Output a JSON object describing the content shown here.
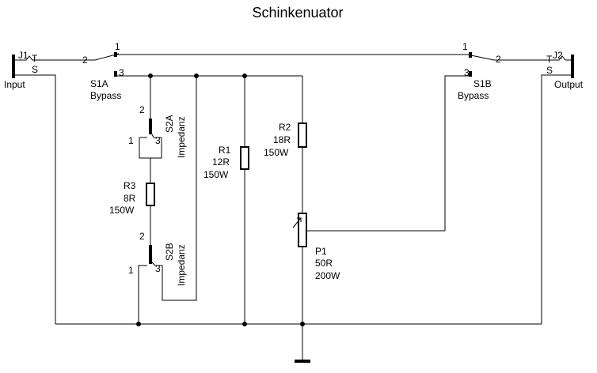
{
  "title": "Schinkenuator",
  "jacks": {
    "j1": {
      "ref": "J1",
      "tip": "T",
      "sleeve": "S",
      "label": "Input"
    },
    "j2": {
      "ref": "J2",
      "tip": "T",
      "sleeve": "S",
      "label": "Output"
    }
  },
  "switches": {
    "s1a": {
      "ref": "S1A",
      "label": "Bypass",
      "pin1": "1",
      "pin2": "2",
      "pin3": "3"
    },
    "s1b": {
      "ref": "S1B",
      "label": "Bypass",
      "pin1": "1",
      "pin2": "2",
      "pin3": "3"
    },
    "s2a": {
      "ref": "S2A",
      "label": "Impedanz",
      "pin1": "1",
      "pin2": "2",
      "pin3": "3"
    },
    "s2b": {
      "ref": "S2B",
      "label": "Impedanz",
      "pin1": "1",
      "pin2": "2",
      "pin3": "3"
    }
  },
  "components": {
    "r1": {
      "ref": "R1",
      "value": "12R",
      "power": "150W"
    },
    "r2": {
      "ref": "R2",
      "value": "18R",
      "power": "150W"
    },
    "r3": {
      "ref": "R3",
      "value": "8R",
      "power": "150W"
    },
    "p1": {
      "ref": "P1",
      "value": "50R",
      "power": "200W"
    }
  }
}
